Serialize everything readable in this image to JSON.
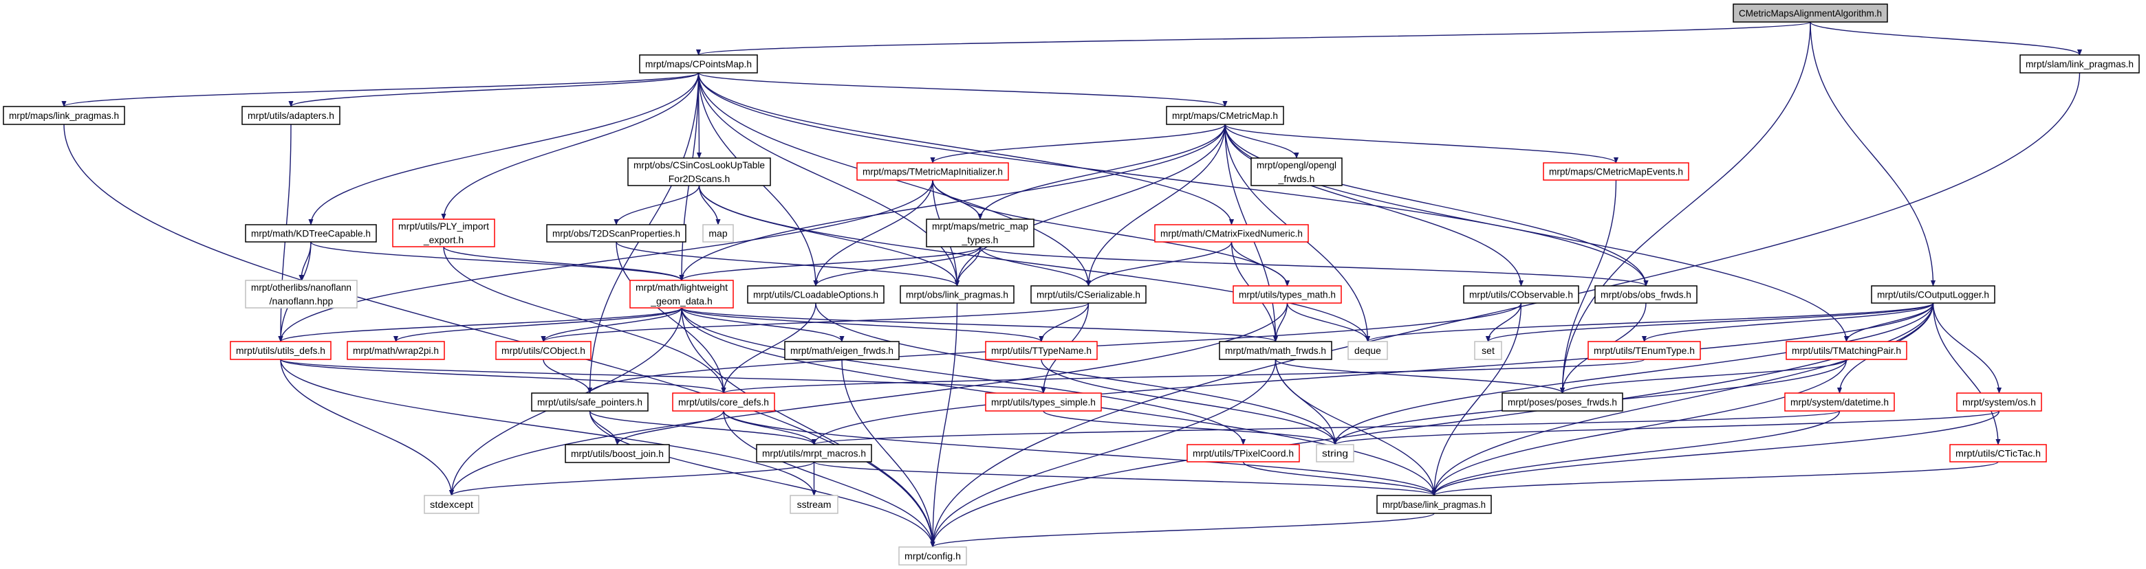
{
  "graph": {
    "title": "CMetricMapsAlignmentAlgorithm.h",
    "colors": {
      "edge": "#191970",
      "root_fill": "#bfbfbf",
      "normal_border": "#000000",
      "red_border": "#ff0000",
      "external_border": "#bfbfbf"
    },
    "nodes": [
      {
        "id": "root",
        "lines": [
          "CMetricMapsAlignmentAlgorithm.h"
        ],
        "kind": "root"
      },
      {
        "id": "slam_lp",
        "lines": [
          "mrpt/slam/link_pragmas.h"
        ],
        "kind": "normal"
      },
      {
        "id": "cpointsmap",
        "lines": [
          "mrpt/maps/CPointsMap.h"
        ],
        "kind": "normal"
      },
      {
        "id": "maps_lp",
        "lines": [
          "mrpt/maps/link_pragmas.h"
        ],
        "kind": "normal"
      },
      {
        "id": "adapters",
        "lines": [
          "mrpt/utils/adapters.h"
        ],
        "kind": "normal"
      },
      {
        "id": "cmetricmap",
        "lines": [
          "mrpt/maps/CMetricMap.h"
        ],
        "kind": "normal"
      },
      {
        "id": "sincos",
        "lines": [
          "mrpt/obs/CSinCosLookUpTable",
          "For2DScans.h"
        ],
        "kind": "normal"
      },
      {
        "id": "tmmi",
        "lines": [
          "mrpt/maps/TMetricMapInitializer.h"
        ],
        "kind": "red"
      },
      {
        "id": "opengl",
        "lines": [
          "mrpt/opengl/opengl",
          "_frwds.h"
        ],
        "kind": "normal"
      },
      {
        "id": "events",
        "lines": [
          "mrpt/maps/CMetricMapEvents.h"
        ],
        "kind": "red"
      },
      {
        "id": "kdtree",
        "lines": [
          "mrpt/math/KDTreeCapable.h"
        ],
        "kind": "normal"
      },
      {
        "id": "ply",
        "lines": [
          "mrpt/utils/PLY_import",
          "_export.h"
        ],
        "kind": "red"
      },
      {
        "id": "t2dscan",
        "lines": [
          "mrpt/obs/T2DScanProperties.h"
        ],
        "kind": "normal"
      },
      {
        "id": "map",
        "lines": [
          "map"
        ],
        "kind": "external"
      },
      {
        "id": "mmtypes",
        "lines": [
          "mrpt/maps/metric_map",
          "_types.h"
        ],
        "kind": "normal"
      },
      {
        "id": "cmfn",
        "lines": [
          "mrpt/math/CMatrixFixedNumeric.h"
        ],
        "kind": "red"
      },
      {
        "id": "nanoflann",
        "lines": [
          "mrpt/otherlibs/nanoflann",
          "/nanoflann.hpp"
        ],
        "kind": "external"
      },
      {
        "id": "lwgeom",
        "lines": [
          "mrpt/math/lightweight",
          "_geom_data.h"
        ],
        "kind": "red"
      },
      {
        "id": "cloadable",
        "lines": [
          "mrpt/utils/CLoadableOptions.h"
        ],
        "kind": "normal"
      },
      {
        "id": "obs_lp",
        "lines": [
          "mrpt/obs/link_pragmas.h"
        ],
        "kind": "normal"
      },
      {
        "id": "cserial",
        "lines": [
          "mrpt/utils/CSerializable.h"
        ],
        "kind": "normal"
      },
      {
        "id": "typesmath",
        "lines": [
          "mrpt/utils/types_math.h"
        ],
        "kind": "red"
      },
      {
        "id": "cobservable",
        "lines": [
          "mrpt/utils/CObservable.h"
        ],
        "kind": "normal"
      },
      {
        "id": "obsfrwds",
        "lines": [
          "mrpt/obs/obs_frwds.h"
        ],
        "kind": "normal"
      },
      {
        "id": "coutlog",
        "lines": [
          "mrpt/utils/COutputLogger.h"
        ],
        "kind": "normal"
      },
      {
        "id": "utilsdefs",
        "lines": [
          "mrpt/utils/utils_defs.h"
        ],
        "kind": "red"
      },
      {
        "id": "wrap2pi",
        "lines": [
          "mrpt/math/wrap2pi.h"
        ],
        "kind": "red"
      },
      {
        "id": "cobject",
        "lines": [
          "mrpt/utils/CObject.h"
        ],
        "kind": "red"
      },
      {
        "id": "eigen",
        "lines": [
          "mrpt/math/eigen_frwds.h"
        ],
        "kind": "normal"
      },
      {
        "id": "ttypename",
        "lines": [
          "mrpt/utils/TTypeName.h"
        ],
        "kind": "red"
      },
      {
        "id": "mathfrwds",
        "lines": [
          "mrpt/math/math_frwds.h"
        ],
        "kind": "normal"
      },
      {
        "id": "deque",
        "lines": [
          "deque"
        ],
        "kind": "external"
      },
      {
        "id": "set",
        "lines": [
          "set"
        ],
        "kind": "external"
      },
      {
        "id": "tenum",
        "lines": [
          "mrpt/utils/TEnumType.h"
        ],
        "kind": "red"
      },
      {
        "id": "tmatch",
        "lines": [
          "mrpt/utils/TMatchingPair.h"
        ],
        "kind": "red"
      },
      {
        "id": "safeptr",
        "lines": [
          "mrpt/utils/safe_pointers.h"
        ],
        "kind": "normal"
      },
      {
        "id": "coredefs",
        "lines": [
          "mrpt/utils/core_defs.h"
        ],
        "kind": "red"
      },
      {
        "id": "typessimple",
        "lines": [
          "mrpt/utils/types_simple.h"
        ],
        "kind": "red"
      },
      {
        "id": "posesfrwds",
        "lines": [
          "mrpt/poses/poses_frwds.h"
        ],
        "kind": "normal"
      },
      {
        "id": "datetime",
        "lines": [
          "mrpt/system/datetime.h"
        ],
        "kind": "red"
      },
      {
        "id": "os",
        "lines": [
          "mrpt/system/os.h"
        ],
        "kind": "red"
      },
      {
        "id": "boostjoin",
        "lines": [
          "mrpt/utils/boost_join.h"
        ],
        "kind": "normal"
      },
      {
        "id": "macros",
        "lines": [
          "mrpt/utils/mrpt_macros.h"
        ],
        "kind": "normal"
      },
      {
        "id": "tpixel",
        "lines": [
          "mrpt/utils/TPixelCoord.h"
        ],
        "kind": "red"
      },
      {
        "id": "string",
        "lines": [
          "string"
        ],
        "kind": "external"
      },
      {
        "id": "tictac",
        "lines": [
          "mrpt/utils/CTicTac.h"
        ],
        "kind": "red"
      },
      {
        "id": "stdexcept",
        "lines": [
          "stdexcept"
        ],
        "kind": "external"
      },
      {
        "id": "sstream",
        "lines": [
          "sstream"
        ],
        "kind": "external"
      },
      {
        "id": "base_lp",
        "lines": [
          "mrpt/base/link_pragmas.h"
        ],
        "kind": "normal"
      },
      {
        "id": "config",
        "lines": [
          "mrpt/config.h"
        ],
        "kind": "external"
      }
    ],
    "edges": [
      [
        "root",
        "cpointsmap"
      ],
      [
        "root",
        "slam_lp"
      ],
      [
        "root",
        "posesfrwds"
      ],
      [
        "root",
        "coutlog"
      ],
      [
        "slam_lp",
        "config"
      ],
      [
        "cpointsmap",
        "maps_lp"
      ],
      [
        "cpointsmap",
        "adapters"
      ],
      [
        "cpointsmap",
        "sincos"
      ],
      [
        "cpointsmap",
        "cmetricmap"
      ],
      [
        "cpointsmap",
        "kdtree"
      ],
      [
        "cpointsmap",
        "ply"
      ],
      [
        "cpointsmap",
        "lwgeom"
      ],
      [
        "cpointsmap",
        "cloadable"
      ],
      [
        "cpointsmap",
        "obs_lp"
      ],
      [
        "cpointsmap",
        "cserial"
      ],
      [
        "cpointsmap",
        "cmfn"
      ],
      [
        "cpointsmap",
        "obsfrwds"
      ],
      [
        "cpointsmap",
        "safeptr"
      ],
      [
        "maps_lp",
        "config"
      ],
      [
        "adapters",
        "utilsdefs"
      ],
      [
        "cmetricmap",
        "tmmi"
      ],
      [
        "cmetricmap",
        "mmtypes"
      ],
      [
        "cmetricmap",
        "opengl"
      ],
      [
        "cmetricmap",
        "events"
      ],
      [
        "cmetricmap",
        "lwgeom"
      ],
      [
        "cmetricmap",
        "obs_lp"
      ],
      [
        "cmetricmap",
        "cserial"
      ],
      [
        "cmetricmap",
        "tmatch"
      ],
      [
        "cmetricmap",
        "obsfrwds"
      ],
      [
        "cmetricmap",
        "deque"
      ],
      [
        "cmetricmap",
        "mathfrwds"
      ],
      [
        "cmetricmap",
        "cobservable"
      ],
      [
        "sincos",
        "t2dscan"
      ],
      [
        "sincos",
        "map"
      ],
      [
        "sincos",
        "obs_lp"
      ],
      [
        "sincos",
        "deque"
      ],
      [
        "tmmi",
        "mmtypes"
      ],
      [
        "tmmi",
        "cloadable"
      ],
      [
        "tmmi",
        "obs_lp"
      ],
      [
        "tmmi",
        "typesmath"
      ],
      [
        "tmmi",
        "utilsdefs"
      ],
      [
        "events",
        "posesfrwds"
      ],
      [
        "kdtree",
        "nanoflann"
      ],
      [
        "kdtree",
        "utilsdefs"
      ],
      [
        "kdtree",
        "lwgeom"
      ],
      [
        "ply",
        "lwgeom"
      ],
      [
        "ply",
        "coredefs"
      ],
      [
        "t2dscan",
        "obs_lp"
      ],
      [
        "t2dscan",
        "coredefs"
      ],
      [
        "mmtypes",
        "lwgeom"
      ],
      [
        "mmtypes",
        "cloadable"
      ],
      [
        "mmtypes",
        "obs_lp"
      ],
      [
        "mmtypes",
        "cserial"
      ],
      [
        "mmtypes",
        "obsfrwds"
      ],
      [
        "cmfn",
        "cserial"
      ],
      [
        "cmfn",
        "typesmath"
      ],
      [
        "cmfn",
        "mathfrwds"
      ],
      [
        "lwgeom",
        "utilsdefs"
      ],
      [
        "lwgeom",
        "wrap2pi"
      ],
      [
        "lwgeom",
        "cobject"
      ],
      [
        "lwgeom",
        "eigen"
      ],
      [
        "lwgeom",
        "ttypename"
      ],
      [
        "lwgeom",
        "mathfrwds"
      ],
      [
        "lwgeom",
        "tpixel"
      ],
      [
        "lwgeom",
        "stdexcept"
      ],
      [
        "lwgeom",
        "config"
      ],
      [
        "lwgeom",
        "base_lp"
      ],
      [
        "cloadable",
        "coredefs"
      ],
      [
        "cloadable",
        "string"
      ],
      [
        "obs_lp",
        "config"
      ],
      [
        "cserial",
        "cobject"
      ],
      [
        "cserial",
        "ttypename"
      ],
      [
        "cserial",
        "typessimple"
      ],
      [
        "typesmath",
        "mathfrwds"
      ],
      [
        "typesmath",
        "deque"
      ],
      [
        "typesmath",
        "stdexcept"
      ],
      [
        "cobservable",
        "set"
      ],
      [
        "cobservable",
        "base_lp"
      ],
      [
        "cobservable",
        "safeptr"
      ],
      [
        "obsfrwds",
        "posesfrwds"
      ],
      [
        "coutlog",
        "deque"
      ],
      [
        "coutlog",
        "set"
      ],
      [
        "coutlog",
        "tenum"
      ],
      [
        "coutlog",
        "tmatch"
      ],
      [
        "coutlog",
        "datetime"
      ],
      [
        "coutlog",
        "os"
      ],
      [
        "coutlog",
        "tictac"
      ],
      [
        "coutlog",
        "string"
      ],
      [
        "coutlog",
        "macros"
      ],
      [
        "coutlog",
        "base_lp"
      ],
      [
        "coutlog",
        "config"
      ],
      [
        "utilsdefs",
        "coredefs"
      ],
      [
        "utilsdefs",
        "typessimple"
      ],
      [
        "utilsdefs",
        "stdexcept"
      ],
      [
        "utilsdefs",
        "sstream"
      ],
      [
        "cobject",
        "safeptr"
      ],
      [
        "eigen",
        "config"
      ],
      [
        "ttypename",
        "string"
      ],
      [
        "mathfrwds",
        "string"
      ],
      [
        "mathfrwds",
        "base_lp"
      ],
      [
        "mathfrwds",
        "config"
      ],
      [
        "mathfrwds",
        "posesfrwds"
      ],
      [
        "tenum",
        "coredefs"
      ],
      [
        "tmatch",
        "posesfrwds"
      ],
      [
        "tmatch",
        "base_lp"
      ],
      [
        "tmatch",
        "string"
      ],
      [
        "safeptr",
        "boostjoin"
      ],
      [
        "safeptr",
        "config"
      ],
      [
        "safeptr",
        "macros"
      ],
      [
        "coredefs",
        "macros"
      ],
      [
        "coredefs",
        "boostjoin"
      ],
      [
        "coredefs",
        "config"
      ],
      [
        "coredefs",
        "base_lp"
      ],
      [
        "typessimple",
        "string"
      ],
      [
        "datetime",
        "base_lp"
      ],
      [
        "datetime",
        "macros"
      ],
      [
        "os",
        "base_lp"
      ],
      [
        "os",
        "string"
      ],
      [
        "macros",
        "sstream"
      ],
      [
        "macros",
        "stdexcept"
      ],
      [
        "macros",
        "base_lp"
      ],
      [
        "tpixel",
        "base_lp"
      ],
      [
        "tictac",
        "base_lp"
      ],
      [
        "base_lp",
        "config"
      ]
    ]
  }
}
